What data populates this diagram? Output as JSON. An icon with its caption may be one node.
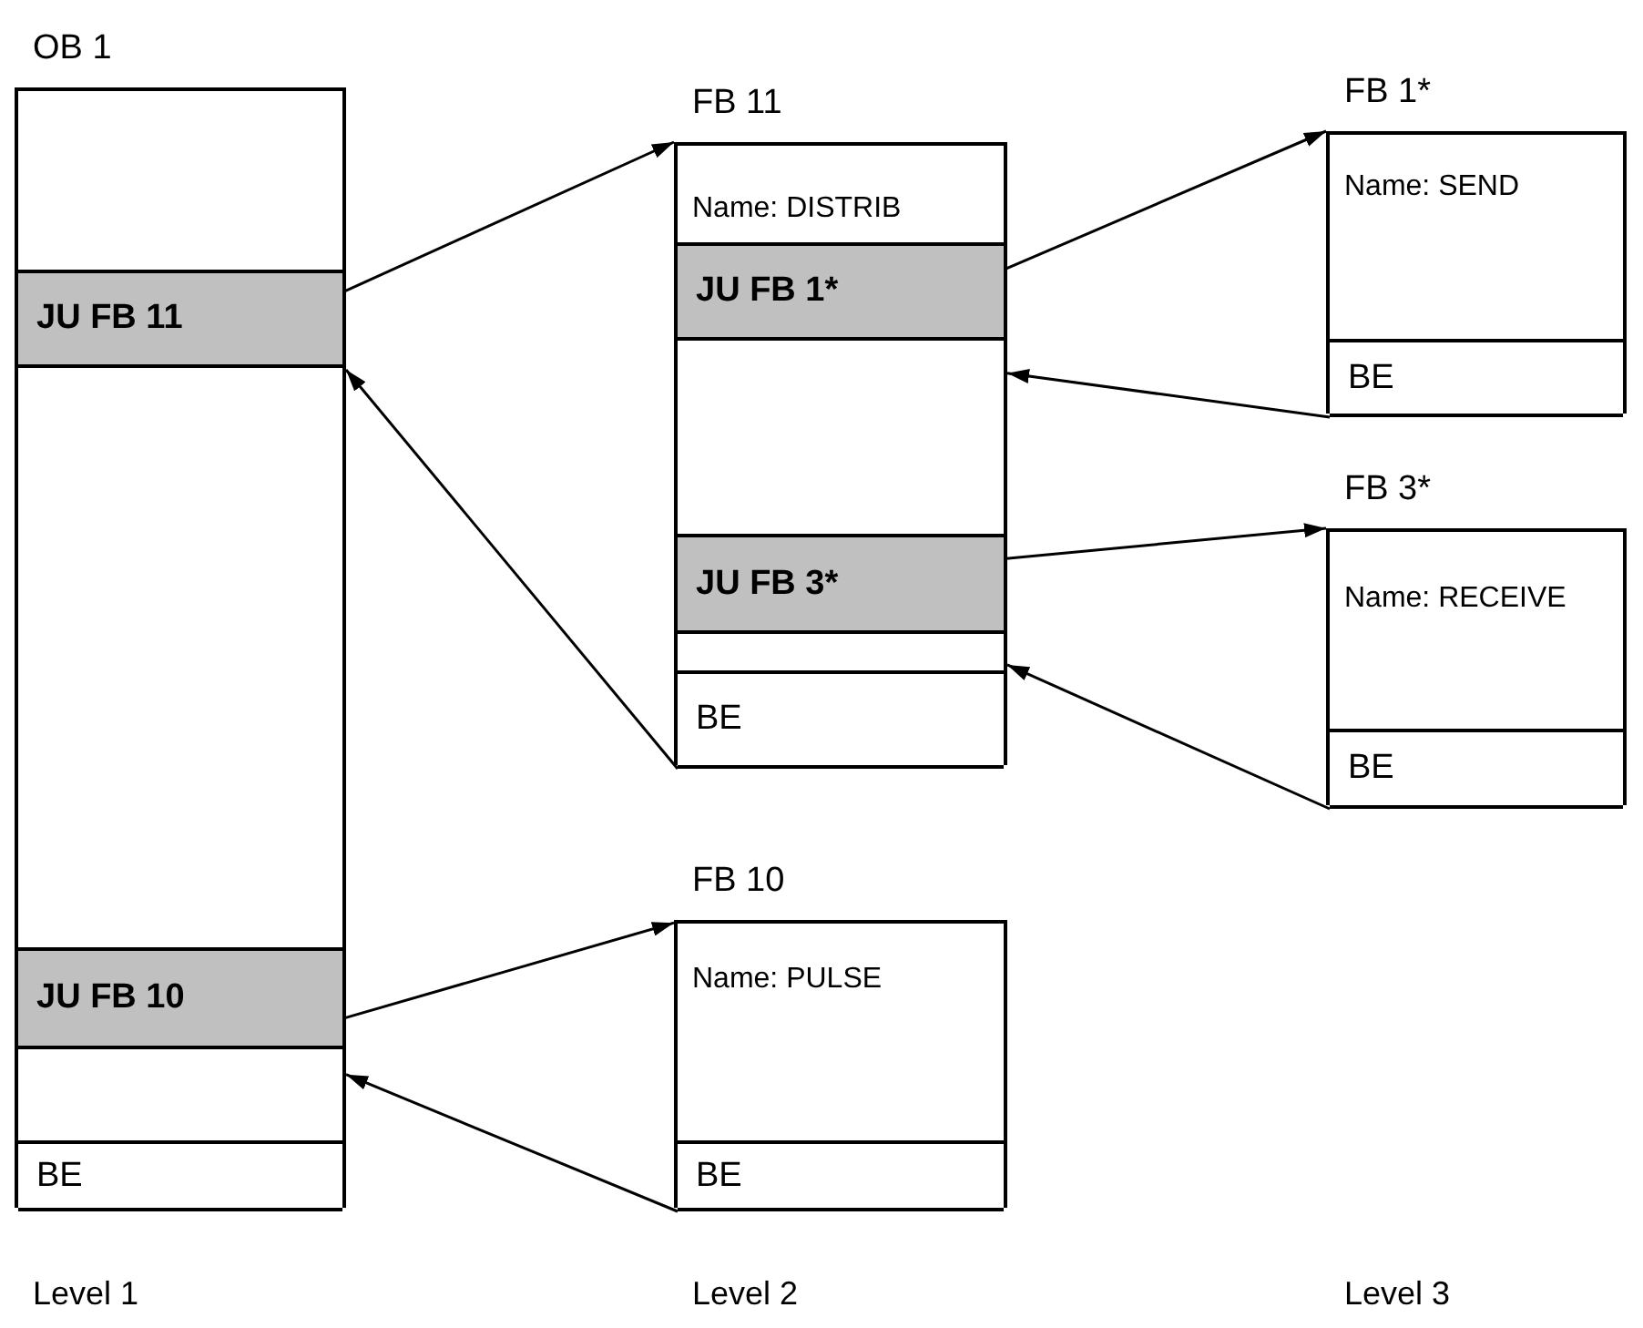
{
  "diagram": {
    "nodes": [
      {
        "text": [
          "OB 1"
        ]
      },
      {
        "text": [
          "JU FB 11"
        ],
        "in": 0
      },
      {
        "text": [
          "JU FB 10"
        ],
        "in": 0
      },
      {
        "text": [
          "BE"
        ],
        "in": 0
      },
      {
        "text": [
          "FB 11",
          "Name: DISTRIB"
        ]
      },
      {
        "text": [
          "JU FB 1*"
        ],
        "in": 4
      },
      {
        "text": [
          "JU FB 3*"
        ],
        "in": 4
      },
      {
        "text": [
          "BE"
        ],
        "in": 4
      },
      {
        "text": [
          "FB 1*",
          "Name: SEND"
        ]
      },
      {
        "text": [
          "BE"
        ],
        "in": 8
      },
      {
        "text": [
          "FB 3*",
          "Name: RECEIVE"
        ]
      },
      {
        "text": [
          "BE"
        ],
        "in": 10
      },
      {
        "text": [
          "FB 10",
          "Name: PULSE"
        ]
      },
      {
        "text": [
          "BE"
        ],
        "in": 12
      }
    ],
    "edges": [
      {
        "from": 1,
        "to": 4,
        "arrow": "to"
      },
      {
        "from": 7,
        "to": 0,
        "arrow": "to"
      },
      {
        "from": 2,
        "to": 12,
        "arrow": "to"
      },
      {
        "from": 13,
        "to": 0,
        "arrow": "to"
      },
      {
        "from": 5,
        "to": 8,
        "arrow": "to"
      },
      {
        "from": 9,
        "to": 4,
        "arrow": "to"
      },
      {
        "from": 6,
        "to": 10,
        "arrow": "to"
      },
      {
        "from": 11,
        "to": 4,
        "arrow": "to"
      }
    ],
    "labels": [
      "Level 1",
      "Level 2",
      "Level 3"
    ]
  }
}
